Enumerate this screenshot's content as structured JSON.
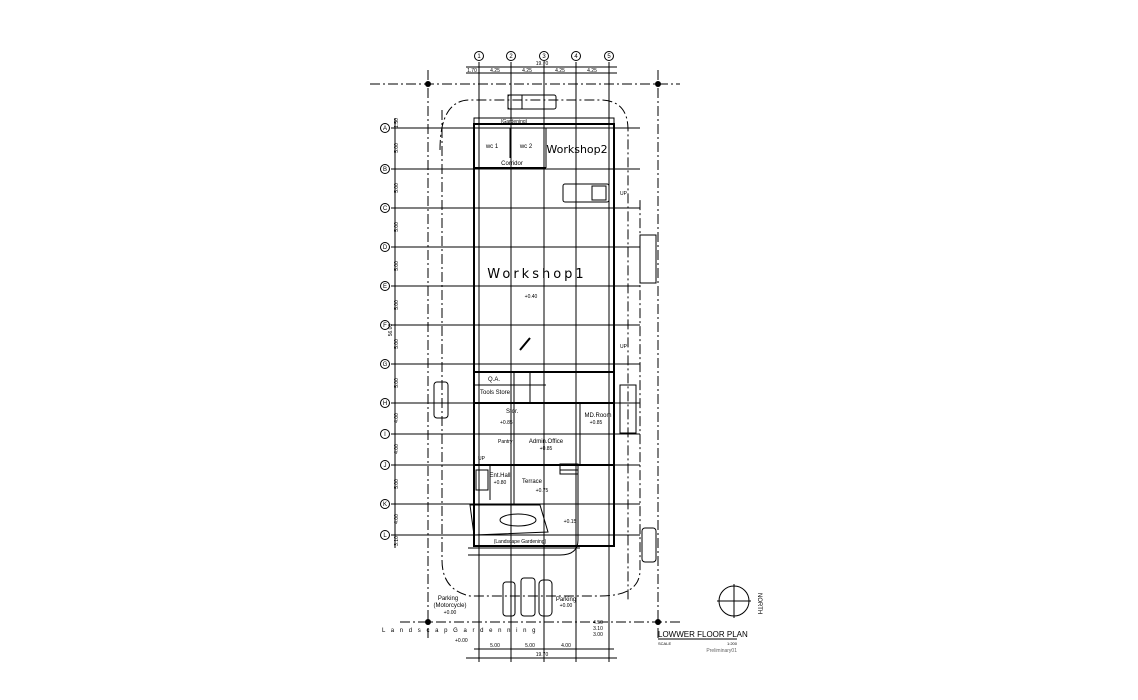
{
  "title": {
    "plan": "LOWWER FLOOR PLAN",
    "scale_label": "SCALE",
    "scale_value": "1:200",
    "revision": "Preliminary01",
    "north": "NORTH"
  },
  "grid": {
    "columns": [
      "1",
      "2",
      "3",
      "4",
      "5"
    ],
    "rows": [
      "A",
      "B",
      "C",
      "D",
      "E",
      "F",
      "G",
      "H",
      "I",
      "J",
      "K",
      "L"
    ]
  },
  "dimensions": {
    "top_total": "19.70",
    "top": [
      "1.70",
      "4.25",
      "4.25",
      "4.25",
      "4.25"
    ],
    "left_total": "56.00",
    "left": [
      "1.50",
      "5.00",
      "5.00",
      "5.00",
      "5.00",
      "5.00",
      "5.00",
      "5.00",
      "4.00",
      "4.00",
      "5.00",
      "4.00",
      "3.10"
    ],
    "bottom": [
      "5.00",
      "5.00",
      "4.00"
    ],
    "bottom_right": [
      "4.50",
      "3.10",
      "3.00"
    ],
    "bottom_total": "19.70"
  },
  "rooms": {
    "gardening_top": "(Gardening)",
    "wc1": "wc 1",
    "wc2": "wc 2",
    "corridor": "Corridor",
    "workshop2": "Workshop2",
    "workshop1": "Workshop1",
    "workshop1_level": "+0.40",
    "qa": "Q.A.",
    "tools_store": "Tools Store",
    "stor": "Stor.",
    "stor_level": "+0.85",
    "pantry": "Pantry",
    "admin_office": "Admin.Office",
    "admin_level": "+0.85",
    "md_room": "MD.Room",
    "md_level": "+0.85",
    "ent_hall": "Ent.Hall",
    "ent_level": "+0.80",
    "terrace": "Terrace",
    "terrace_level": "+0.75",
    "ramp_level": "+0.15",
    "landscape_gardening": "(Landscape Gardening)",
    "up1": "UP",
    "up2": "UP",
    "up3": "UP",
    "parking_moto": "Parking",
    "parking_moto_sub": "(Motorcycle)",
    "parking_moto_level": "+0.00",
    "parking": "Parking",
    "parking_level": "+0.00",
    "landscap_footer": "L a n d s c a p  G a r d e n n i n g",
    "footer_level": "+0.00"
  }
}
